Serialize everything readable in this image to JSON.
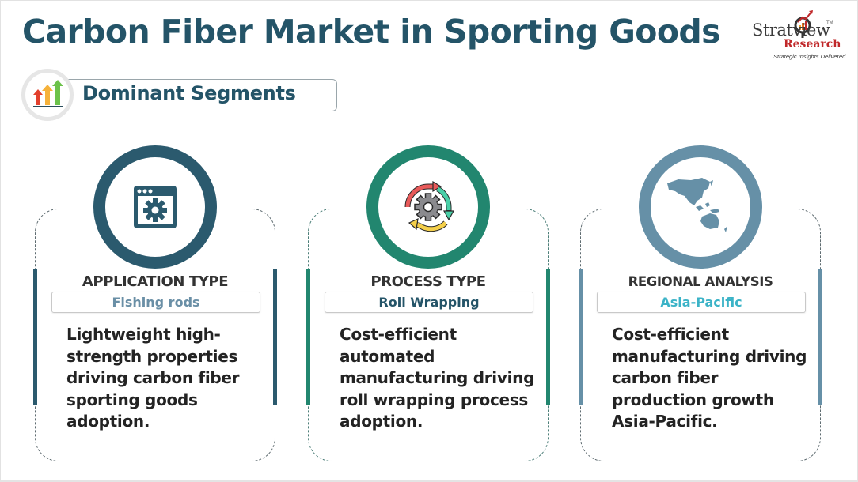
{
  "header": {
    "title": "Carbon Fiber Market in Sporting Goods"
  },
  "logo": {
    "brand": "Stratview",
    "trademark": "TM",
    "sub_brand": "Research",
    "tagline": "Strategic Insights Delivered"
  },
  "section": {
    "label": "Dominant Segments",
    "icon": "growth-arrows-icon"
  },
  "cards": [
    {
      "heading": "APPLICATION TYPE",
      "value": "Fishing rods",
      "value_color": "#6a8fa6",
      "accent_color": "#2b5a6e",
      "icon": "browser-gear-icon",
      "description": "Lightweight high-strength properties driving carbon fiber sporting goods adoption."
    },
    {
      "heading": "PROCESS TYPE",
      "value": "Roll Wrapping",
      "value_color": "#245468",
      "accent_color": "#22866f",
      "icon": "gear-cycle-icon",
      "description": "Cost-efficient automated manufacturing driving roll wrapping process adoption."
    },
    {
      "heading": "REGIONAL ANALYSIS",
      "value": "Asia-Pacific",
      "value_color": "#3bb3c7",
      "accent_color": "#6690a7",
      "icon": "asia-pacific-map-icon",
      "description": "Cost-efficient manufacturing driving carbon fiber production growth Asia-Pacific."
    }
  ]
}
